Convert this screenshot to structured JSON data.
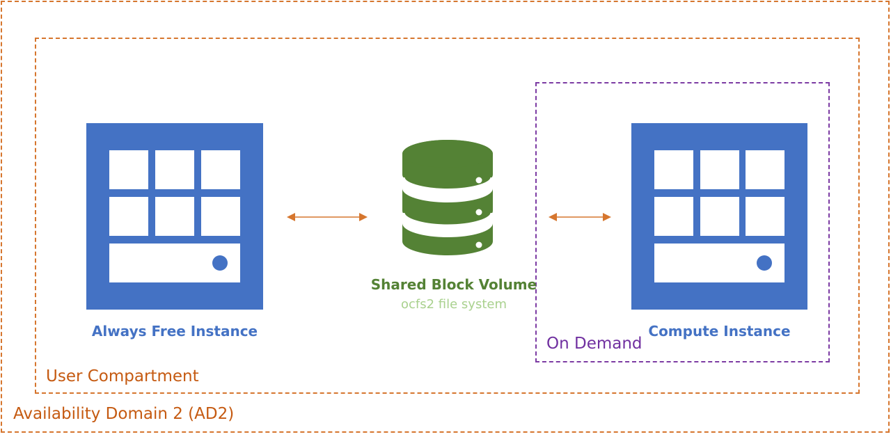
{
  "availability_domain": {
    "label": "Availability Domain 2 (AD2)"
  },
  "compartment": {
    "label": "User Compartment"
  },
  "on_demand": {
    "label": "On Demand"
  },
  "instances": {
    "always_free": {
      "label": "Always Free Instance"
    },
    "compute": {
      "label": "Compute Instance"
    }
  },
  "volume": {
    "title": "Shared Block Volume",
    "subtitle": "ocfs2 file system"
  },
  "colors": {
    "orange": "#d6762e",
    "purple": "#7030a0",
    "instance_blue": "#4472c4",
    "volume_green": "#548235",
    "volume_sub_green": "#a9d18e"
  },
  "icons": {
    "instance": "server-instance-icon",
    "volume": "database-icon",
    "arrow": "double-arrow-icon"
  }
}
